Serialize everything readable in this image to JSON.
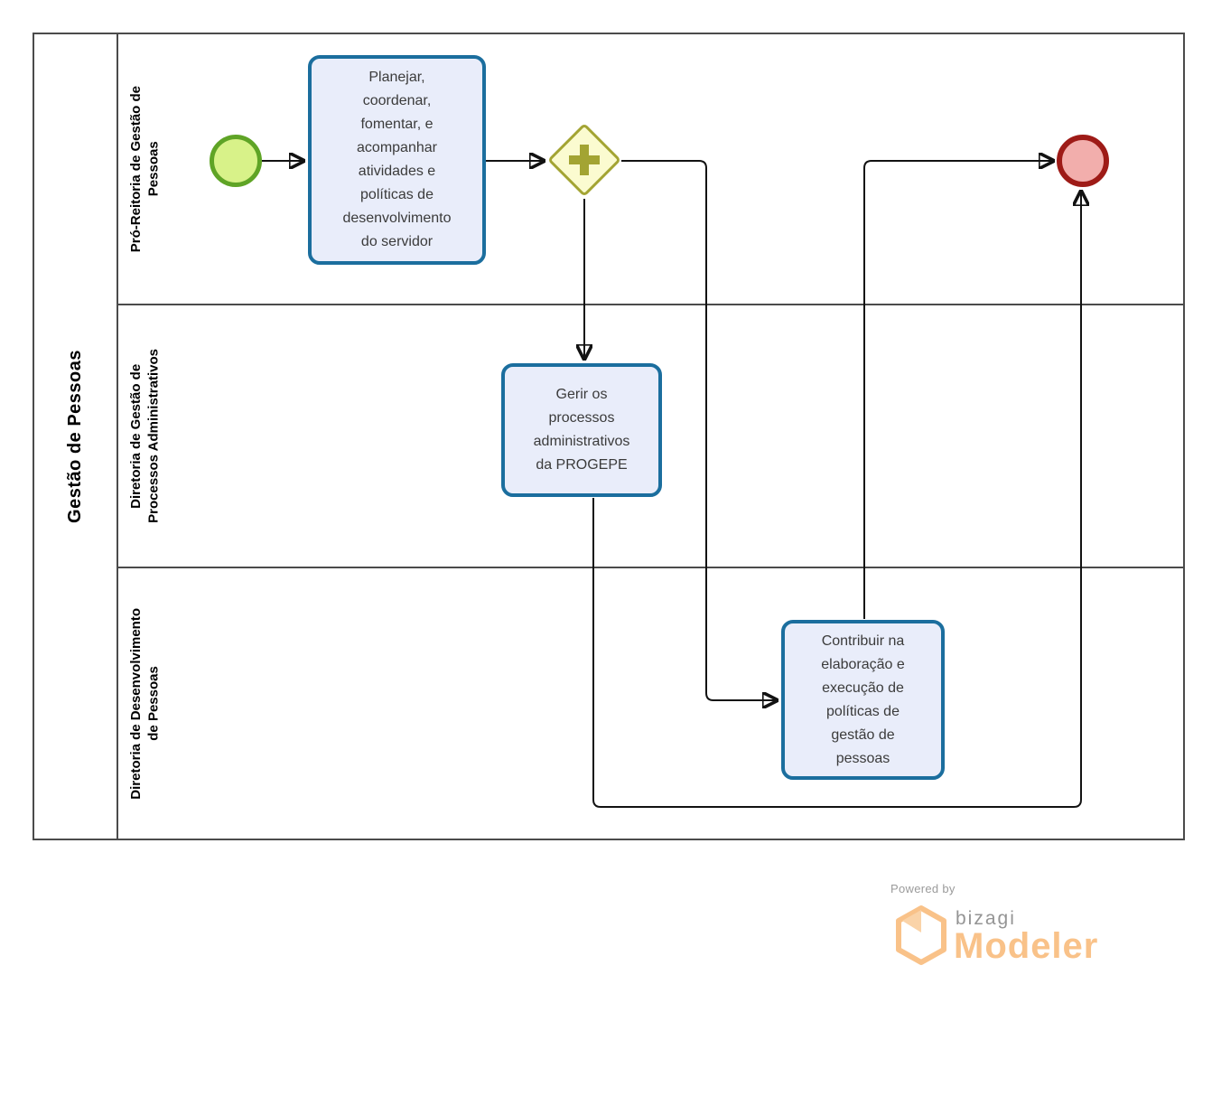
{
  "diagram": {
    "pool": {
      "label": "Gestão de Pessoas",
      "lanes": [
        {
          "label_lines": [
            "Pró-Reitoria de Gestão de",
            "Pessoas"
          ]
        },
        {
          "label_lines": [
            "Diretoria de Gestão de",
            "Processos Administrativos"
          ]
        },
        {
          "label_lines": [
            "Diretoria de Desenvolvimento",
            "de Pessoas"
          ]
        }
      ]
    },
    "nodes": {
      "start_event": {
        "type": "start-event"
      },
      "task_planejar": {
        "label": "Planejar, coordenar, fomentar, e acompanhar atividades e políticas de desenvolvimento do servidor"
      },
      "gateway_parallel": {
        "type": "parallel-gateway"
      },
      "task_gerir": {
        "label": "Gerir os processos administrativos da PROGEPE"
      },
      "task_contribuir": {
        "label": "Contribuir na elaboração e execução de políticas de gestão de pessoas"
      },
      "end_event": {
        "type": "end-event"
      }
    },
    "colors": {
      "task_fill": "#E9EDFA",
      "task_border": "#1B6E9E",
      "gateway_fill": "#FBFBD0",
      "gateway_border": "#A3A433",
      "start_fill": "#D8F289",
      "start_border": "#5FA426",
      "end_fill": "#F2AEAC",
      "end_border": "#9E1B17",
      "flow_line": "#121212",
      "lane_border": "#4B4B4B"
    }
  },
  "footer": {
    "powered_by": "Powered by",
    "brand": "bizagi",
    "product": "Modeler",
    "brand_color": "#F9C289"
  }
}
